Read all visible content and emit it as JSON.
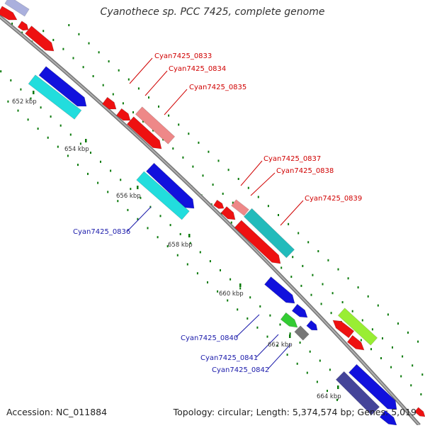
{
  "title": "Cyanothece sp. PCC 7425, complete genome",
  "footer": {
    "accession": "Accession: NC_011884",
    "topology": "Topology: circular; Length: 5,374,574 bp; Genes: 5,019"
  },
  "kbp_ticks": [
    "652 kbp",
    "654 kbp",
    "656 kbp",
    "658 kbp",
    "660 kbp",
    "662 kbp",
    "664 kbp"
  ],
  "gene_labels_top": [
    "Cyan7425_0833",
    "Cyan7425_0834",
    "Cyan7425_0835",
    "Cyan7425_0837",
    "Cyan7425_0838",
    "Cyan7425_0839"
  ],
  "gene_labels_bottom": [
    "Cyan7425_0836",
    "Cyan7425_0840",
    "Cyan7425_0841",
    "Cyan7425_0842"
  ],
  "colors": {
    "label_red": "#d00000",
    "label_blue": "#1a1aaa",
    "backbone": "#909090",
    "tick_green": "#0a7a0a",
    "red": "#ee1111",
    "pink": "#ee8888",
    "blue": "#1111dd",
    "cyan": "#22dddd",
    "teal": "#22bbbb",
    "green": "#33cc33",
    "lime": "#99ee33",
    "gray": "#777777",
    "navy": "#444499"
  }
}
